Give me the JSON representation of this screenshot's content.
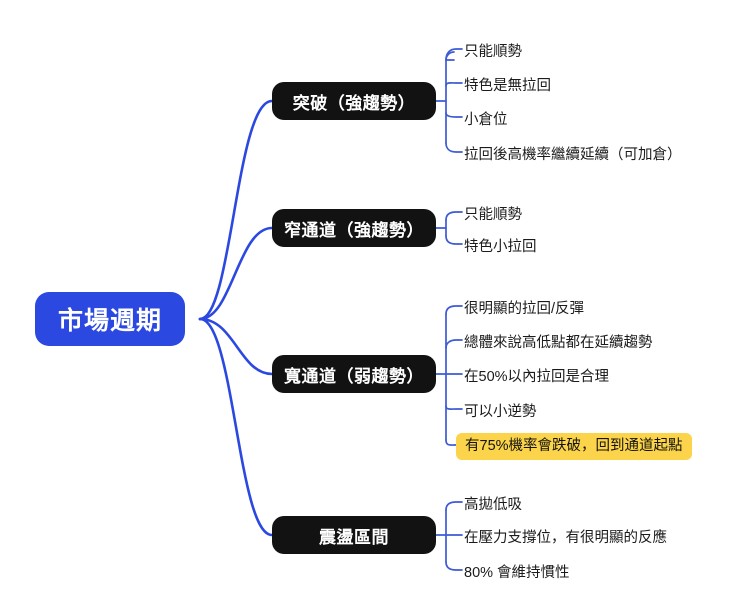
{
  "theme": {
    "root_fill": "#2b48e0",
    "branch_fill": "#121212",
    "edge_color": "#2b48e0",
    "leaf_edge_color": "#3d5bd4",
    "highlight_fill": "#fbd44b",
    "text_color": "#1b1b1b",
    "background": "#ffffff"
  },
  "mindmap": {
    "root": {
      "label": "市場週期"
    },
    "branches": [
      {
        "label": "突破（強趨勢）",
        "leaves": [
          {
            "text": "只能順勢",
            "highlight": false
          },
          {
            "text": "特色是無拉回",
            "highlight": false
          },
          {
            "text": "小倉位",
            "highlight": false
          },
          {
            "text": "拉回後高機率繼續延續（可加倉）",
            "highlight": false
          }
        ]
      },
      {
        "label": "窄通道（強趨勢）",
        "leaves": [
          {
            "text": "只能順勢",
            "highlight": false
          },
          {
            "text": "特色小拉回",
            "highlight": false
          }
        ]
      },
      {
        "label": "寬通道（弱趨勢）",
        "leaves": [
          {
            "text": "很明顯的拉回/反彈",
            "highlight": false
          },
          {
            "text": "總體來說高低點都在延續趨勢",
            "highlight": false
          },
          {
            "text": "在50%以內拉回是合理",
            "highlight": false
          },
          {
            "text": "可以小逆勢",
            "highlight": false
          },
          {
            "text": "有75%機率會跌破，回到通道起點",
            "highlight": true
          }
        ]
      },
      {
        "label": "震盪區間",
        "leaves": [
          {
            "text": "高拋低吸",
            "highlight": false
          },
          {
            "text": "在壓力支撐位，有很明顯的反應",
            "highlight": false
          },
          {
            "text": "80% 會維持慣性",
            "highlight": false
          }
        ]
      }
    ]
  }
}
